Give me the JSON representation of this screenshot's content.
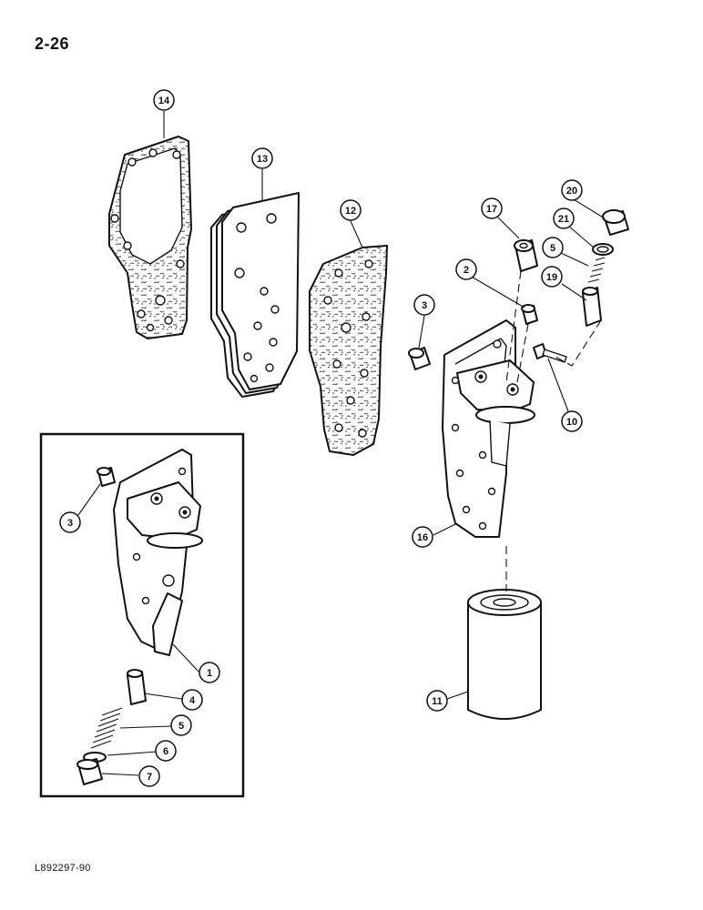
{
  "page_number": "2-26",
  "figure_code": "L892297-90",
  "callouts": {
    "c1": "1",
    "c2": "2",
    "c3a": "3",
    "c3b": "3",
    "c4": "4",
    "c5a": "5",
    "c5b": "5",
    "c6": "6",
    "c7": "7",
    "c10": "10",
    "c11": "11",
    "c12": "12",
    "c13": "13",
    "c14": "14",
    "c16": "16",
    "c17": "17",
    "c19": "19",
    "c20": "20",
    "c21": "21"
  }
}
